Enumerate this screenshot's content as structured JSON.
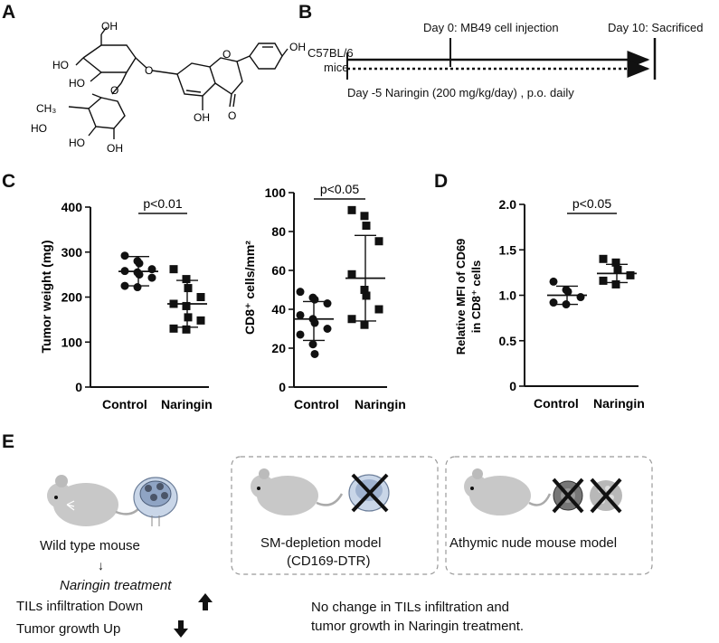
{
  "panel_letters": {
    "a": "A",
    "b": "B",
    "c": "C",
    "d": "D",
    "e": "E"
  },
  "molecule": {
    "ho_1": "HO",
    "ho_2": "HO",
    "ho_3": "OH",
    "ho_4": "HO",
    "ho_5": "HO",
    "ho_6": "HO",
    "oh_right": "OH",
    "oh_bottom": "OH",
    "o_1": "O",
    "o_2": "O",
    "o_3": "O",
    "o_4": "O",
    "o_ring": "O",
    "ketone_o": "O",
    "ch3": "CH₃"
  },
  "timeline": {
    "strain": "C57BL/6",
    "mice": "mice",
    "day0": "Day 0: MB49 cell injection",
    "day10": "Day 10: Sacrificed",
    "dayminus5": "Day -5  Naringin (200 mg/kg/day) , p.o. daily"
  },
  "chart_data": [
    {
      "type": "scatter",
      "ylabel": "Tumor weight (mg)",
      "categories": [
        "Control",
        "Naringin"
      ],
      "ylim": [
        0,
        400
      ],
      "yticks": [
        "0",
        "100",
        "200",
        "300",
        "400"
      ],
      "annotation": "p<0.01",
      "series": [
        {
          "marker": "circle",
          "values": [
            292,
            280,
            275,
            262,
            258,
            255,
            250,
            243,
            225,
            222
          ],
          "mean": 257,
          "sd": [
            225,
            290
          ]
        },
        {
          "marker": "square",
          "values": [
            262,
            240,
            220,
            200,
            185,
            180,
            155,
            148,
            130,
            128
          ],
          "mean": 185,
          "sd": [
            133,
            237
          ]
        }
      ]
    },
    {
      "type": "scatter",
      "ylabel": "CD8⁺ cells/mm²",
      "categories": [
        "Control",
        "Naringin"
      ],
      "ylim": [
        0,
        100
      ],
      "yticks": [
        "0",
        "20",
        "40",
        "60",
        "80",
        "100"
      ],
      "annotation": "p<0.05",
      "series": [
        {
          "marker": "circle",
          "values": [
            49,
            46,
            45,
            43,
            37,
            35,
            33,
            30,
            27,
            22,
            17
          ],
          "mean": 35,
          "sd": [
            24,
            44
          ]
        },
        {
          "marker": "square",
          "values": [
            91,
            88,
            83,
            75,
            58,
            50,
            47,
            40,
            35,
            32
          ],
          "mean": 56,
          "sd": [
            34,
            78
          ]
        }
      ]
    },
    {
      "type": "scatter",
      "ylabel_line1": "Relative MFI of CD69",
      "ylabel_line2": "in CD8⁺ cells",
      "categories": [
        "Control",
        "Naringin"
      ],
      "ylim": [
        0,
        2.0
      ],
      "yticks": [
        "0",
        "0.5",
        "1.0",
        "1.5",
        "2.0"
      ],
      "annotation": "p<0.05",
      "series": [
        {
          "marker": "circle",
          "values": [
            1.15,
            1.06,
            1.04,
            0.98,
            0.92,
            0.9
          ],
          "mean": 1.0,
          "sd": [
            0.9,
            1.1
          ]
        },
        {
          "marker": "square",
          "values": [
            1.4,
            1.36,
            1.28,
            1.22,
            1.16,
            1.12
          ],
          "mean": 1.24,
          "sd": [
            1.14,
            1.34
          ]
        }
      ]
    }
  ],
  "schematic": {
    "wild_type": "Wild type mouse",
    "arrow": "↓",
    "naringin_treatment": "Naringin treatment",
    "til_line": "TILs infiltration Down",
    "tumor_line": "Tumor growth Up",
    "sm_title": "SM-depletion model",
    "sm_sub": "(CD169-DTR)",
    "nude_title": "Athymic nude mouse model",
    "conclusion_1": "No change in TILs infiltration and",
    "conclusion_2": "tumor growth in Naringin treatment.",
    "icons": [
      "mouse-icon",
      "lymph-node-icon",
      "x-mark-icon",
      "thymus-icon",
      "arrow-up-icon",
      "arrow-down-icon"
    ]
  }
}
